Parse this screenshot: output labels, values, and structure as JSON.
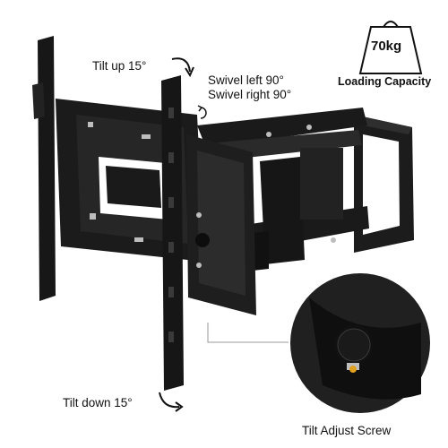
{
  "labels": {
    "tilt_up": "Tilt up 15°",
    "swivel_left": "Swivel left 90°",
    "swivel_right": "Swivel right 90°",
    "weight": "70kg",
    "loading_capacity": "Loading Capacity",
    "tilt_down": "Tilt down 15°",
    "tilt_adjust_screw": "Tilt Adjust Screw"
  },
  "icons": {
    "weight": "weight-icon",
    "tilt_up_arrow": "curved-arrow-down-icon",
    "tilt_down_arrow": "curved-arrow-up-icon",
    "swivel": "rotate-icon"
  },
  "colors": {
    "mount": "#151515",
    "mount_highlight": "#3a3a3a",
    "screw": "#bdbdbd",
    "background": "#ffffff"
  }
}
